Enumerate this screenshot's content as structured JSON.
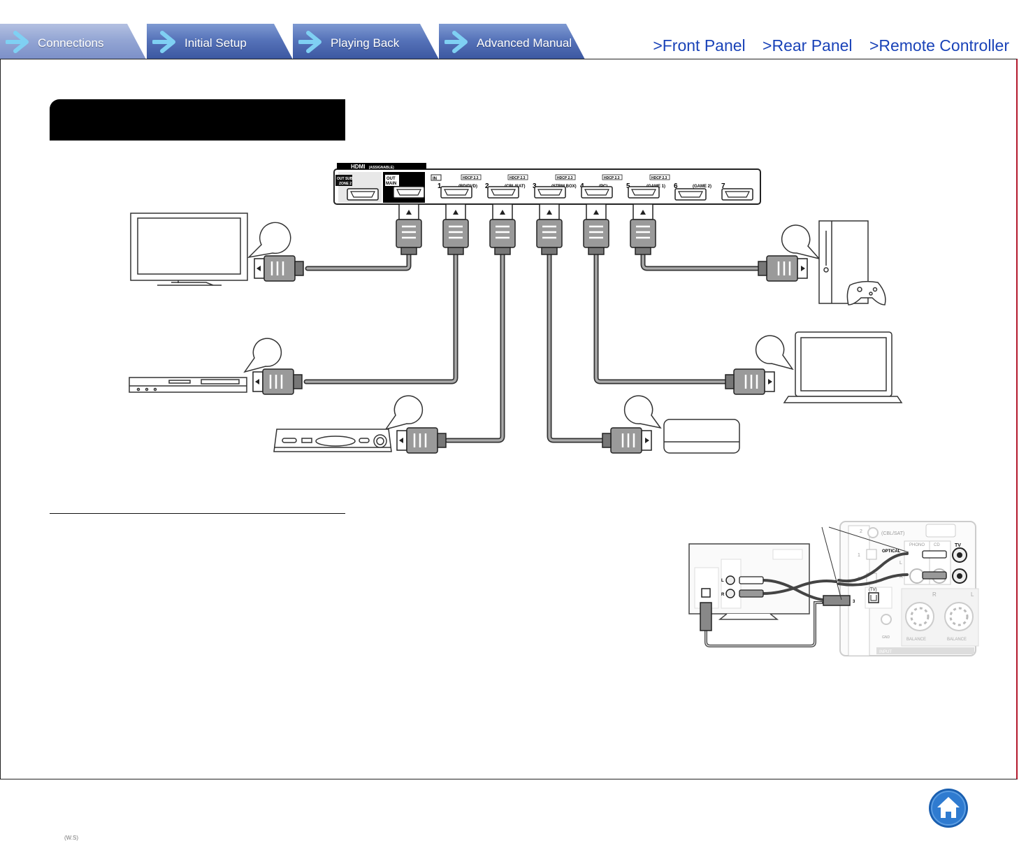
{
  "nav": {
    "tabs": [
      {
        "label": "Connections",
        "active": true
      },
      {
        "label": "Initial Setup",
        "active": false
      },
      {
        "label": "Playing Back",
        "active": false
      },
      {
        "label": "Advanced Manual",
        "active": false
      }
    ],
    "links": [
      ">Front Panel",
      ">Rear Panel",
      ">Remote Controller"
    ],
    "colors": {
      "tab": "#4d68ae",
      "tab_active": "#94a6d4",
      "link": "#1a43b8",
      "frame_right": "#b3162a"
    }
  },
  "hdmi_panel": {
    "title": "HDMI",
    "subtitle": "(ASSIGNABLE)",
    "out_sub_label": [
      "OUT SUB",
      "ZONE 2"
    ],
    "out_main_label": [
      "OUT",
      "MAIN"
    ],
    "in_label": "IN",
    "hdcp_label": "HDCP 2.3",
    "inputs": [
      {
        "number": "1",
        "name": "(BD/DVD)"
      },
      {
        "number": "2",
        "name": "(CBL/SAT)"
      },
      {
        "number": "3",
        "name": "(STRM BOX)"
      },
      {
        "number": "4",
        "name": "(PC)"
      },
      {
        "number": "5",
        "name": "(GAME 1)"
      },
      {
        "number": "6",
        "name": "(GAME 2)"
      },
      {
        "number": "7",
        "name": ""
      }
    ]
  },
  "devices": [
    "tv-icon",
    "bd-player-icon",
    "set-top-box-icon",
    "streaming-box-icon",
    "laptop-icon",
    "game-console-icon"
  ],
  "inset": {
    "tv_jacks": {
      "left": "L",
      "right": "R"
    },
    "receiver": {
      "optical_label": "OPTICAL",
      "optical_sub": "(TV)",
      "port_numbers": [
        "1",
        "2",
        "3"
      ],
      "phono": "PHONO",
      "cd": "CD",
      "tv": "TV",
      "balance": "BALANCE",
      "input": "INPUT",
      "gnd": "GND",
      "sat": "(CBL/SAT)",
      "channel_left": "L",
      "channel_right": "R"
    }
  },
  "home_button": "home-icon",
  "footer_code": "(W.S)"
}
